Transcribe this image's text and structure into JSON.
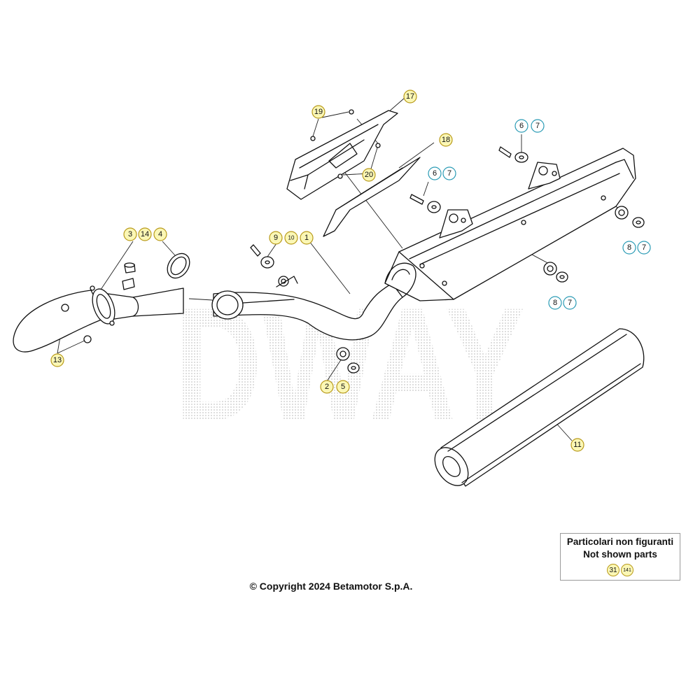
{
  "legend": {
    "line1": "Particolari non figuranti",
    "line2": "Not shown parts",
    "refs": [
      "31",
      "141"
    ]
  },
  "copyright": "© Copyright 2024 Betamotor S.p.A.",
  "watermark_text": "DWAY",
  "callouts": [
    {
      "label": "1"
    },
    {
      "label": "2"
    },
    {
      "label": "3"
    },
    {
      "label": "4"
    },
    {
      "label": "5"
    },
    {
      "label": "6"
    },
    {
      "label": "7"
    },
    {
      "label": "6"
    },
    {
      "label": "7"
    },
    {
      "label": "8"
    },
    {
      "label": "7"
    },
    {
      "label": "8"
    },
    {
      "label": "7"
    },
    {
      "label": "9"
    },
    {
      "label": "10"
    },
    {
      "label": "11"
    },
    {
      "label": "13"
    },
    {
      "label": "14"
    },
    {
      "label": "17"
    },
    {
      "label": "18"
    },
    {
      "label": "19"
    },
    {
      "label": "20"
    }
  ],
  "colors": {
    "callout_fill_yellow": "#fbf7b5",
    "callout_stroke_yellow": "#b89a1a",
    "callout_stroke_cyan": "#2a9bb5",
    "line": "#111111",
    "watermark": "#c9c9c9"
  }
}
